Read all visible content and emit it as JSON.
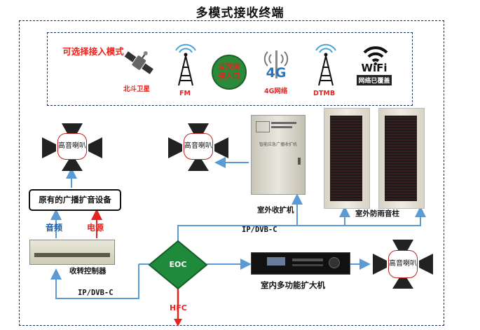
{
  "title": "多模式接收终端",
  "select_mode": "可选择接入模式",
  "sources": {
    "satellite": "北斗卫星",
    "fm": "FM",
    "internet": "互联网接入口",
    "g4_icon": "4G",
    "g4": "4G网络",
    "dtmb": "DTMB",
    "wifi_icon": "WiFi",
    "wifi": "网络已覆盖"
  },
  "speaker_label": "高音喇叭",
  "existing_device": "原有的广播扩音设备",
  "audio": "音频",
  "power": "电源",
  "controller": "收转控制器",
  "eoc": "EOC",
  "hfc": "HFC",
  "ip_dvb_c_top": "IP/DVB-C",
  "ip_dvb_c_bottom": "IP/DVB-C",
  "outdoor_amp": "室外收扩机",
  "cabinet_text": "智能应急广播收扩机",
  "outdoor_column": "室外防雨音柱",
  "indoor_amp": "室内多功能扩大机",
  "colors": {
    "arrow_blue": "#5b9bd5",
    "eoc_green": "#1f8a3c",
    "accent_red": "#e8231e",
    "border_navy": "#1a2d5a"
  }
}
